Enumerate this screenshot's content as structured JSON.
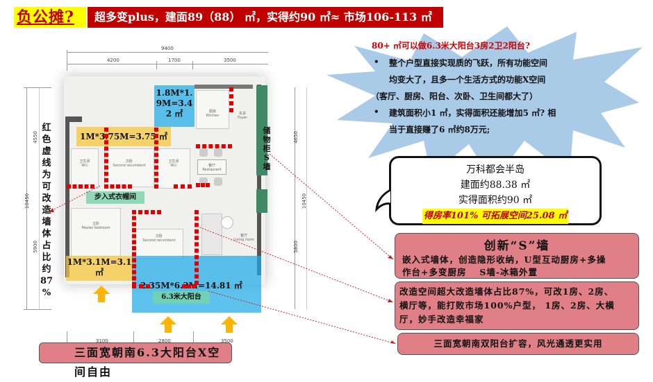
{
  "header": {
    "tag": "负公摊?",
    "bar_text": "超多变plus，建面89（88） ㎡，实得约90 ㎡≈ 市场106-113 ㎡"
  },
  "dimensions": {
    "top_total": "9400",
    "top_segments": [
      "4200",
      "1700",
      "3500"
    ],
    "left_total": "10450",
    "left_segments": [
      "4550",
      "5900"
    ],
    "right_total": "10450",
    "right_segments": [
      "4650",
      "5800"
    ],
    "bottom_segments": [
      "3100",
      "2800",
      "3500"
    ]
  },
  "floorplan": {
    "rooms": {
      "wc1": {
        "cn": "卫生间",
        "en": "W.C"
      },
      "second_bedroom_top": {
        "cn": "次卧",
        "en": "Second recumbent"
      },
      "wc2": {
        "cn": "卫生间",
        "en": "W.C"
      },
      "kitchen": {
        "cn": "厨房",
        "en": "Kitchen"
      },
      "foyer": {
        "cn": "玄关",
        "en": "Foyer"
      },
      "restaurant": {
        "cn": "餐厅",
        "en": "Restaurant"
      },
      "master_bedroom": {
        "cn": "主卧",
        "en": "Master bedroom"
      },
      "second_bedroom_bottom": {
        "cn": "次卧",
        "en": "Second recumbent"
      },
      "living_room": {
        "cn": "客厅",
        "en": "Living room"
      }
    },
    "zones": {
      "yellow_top": "1M*3.75M=3.75 ㎡",
      "blue_top_l1": "1.8M*1.",
      "blue_top_l2": "9M=3.4",
      "blue_top_l3": "2 ㎡",
      "yellow_bottom_l1": "1M*3.1M=3.1",
      "yellow_bottom_l2": "㎡",
      "blue_bottom": "2.35M*6.3M=14.81 ㎡",
      "balcony_tag": "6.3米大阳台",
      "cloakroom_tag": "步入式衣帽间",
      "storage_tag": [
        "储",
        "物",
        "柜",
        "S",
        "墙"
      ]
    },
    "left_vertical_note": [
      "红",
      "色",
      "虚",
      "线",
      "为",
      "可",
      "改",
      "造",
      "墙",
      "体",
      "占",
      "比",
      "约",
      "87",
      "%"
    ]
  },
  "burst": {
    "title": "80+ ㎡可以做6.3米大阳台3房2卫2阳台?",
    "bullets": [
      {
        "lines": [
          "整个户型直接实现质的飞跃，所有功能空间",
          "均变大了，且多一个生活方式的功能X空间",
          "（客厅、厨房、阳台、次卧、卫生间都大了）"
        ]
      },
      {
        "lines": [
          "建筑面积小1 ㎡，实得面积还能增加5 ㎡? 相",
          "当于直接赚了6 ㎡约8万元;"
        ]
      }
    ],
    "bullet_char": "•"
  },
  "callout": {
    "line1": "万科都会半岛",
    "line2": "建面约88.38 ㎡",
    "line3": "实得面积约90 ㎡",
    "highlight": "得房率101% 可拓展空间25.08 ㎡"
  },
  "pink_boxes": {
    "s_wall": {
      "title": "创新“S”墙",
      "lines": [
        "嵌入式墙体，创造隐形收纳，U型互动厨房+多操",
        "作台+多变厨房　 S墙-冰箱外置"
      ]
    },
    "renovation": {
      "lines": [
        "改造空间超大改造墙体占比87%，可改1房、2房、",
        "横厅等，能打败市场100%户型， 1房、2房、大横",
        "厅，妙手改造幸福家"
      ]
    },
    "south": {
      "text": "三面宽朝南双阳台扩容，风光通透更实用"
    },
    "bottom_left": {
      "text": "三面宽朝南6.3大阳台X空间自由"
    }
  },
  "colors": {
    "header_red": "#c00000",
    "header_yellow": "#ffff00",
    "pink": "#e07f85",
    "burst_blue": "#a9cbe8",
    "zone_yellow": "#f5c83c",
    "zone_blue": "#1eaae6",
    "arrow_orange": "#ffb400",
    "dash_red": "#e00000"
  }
}
